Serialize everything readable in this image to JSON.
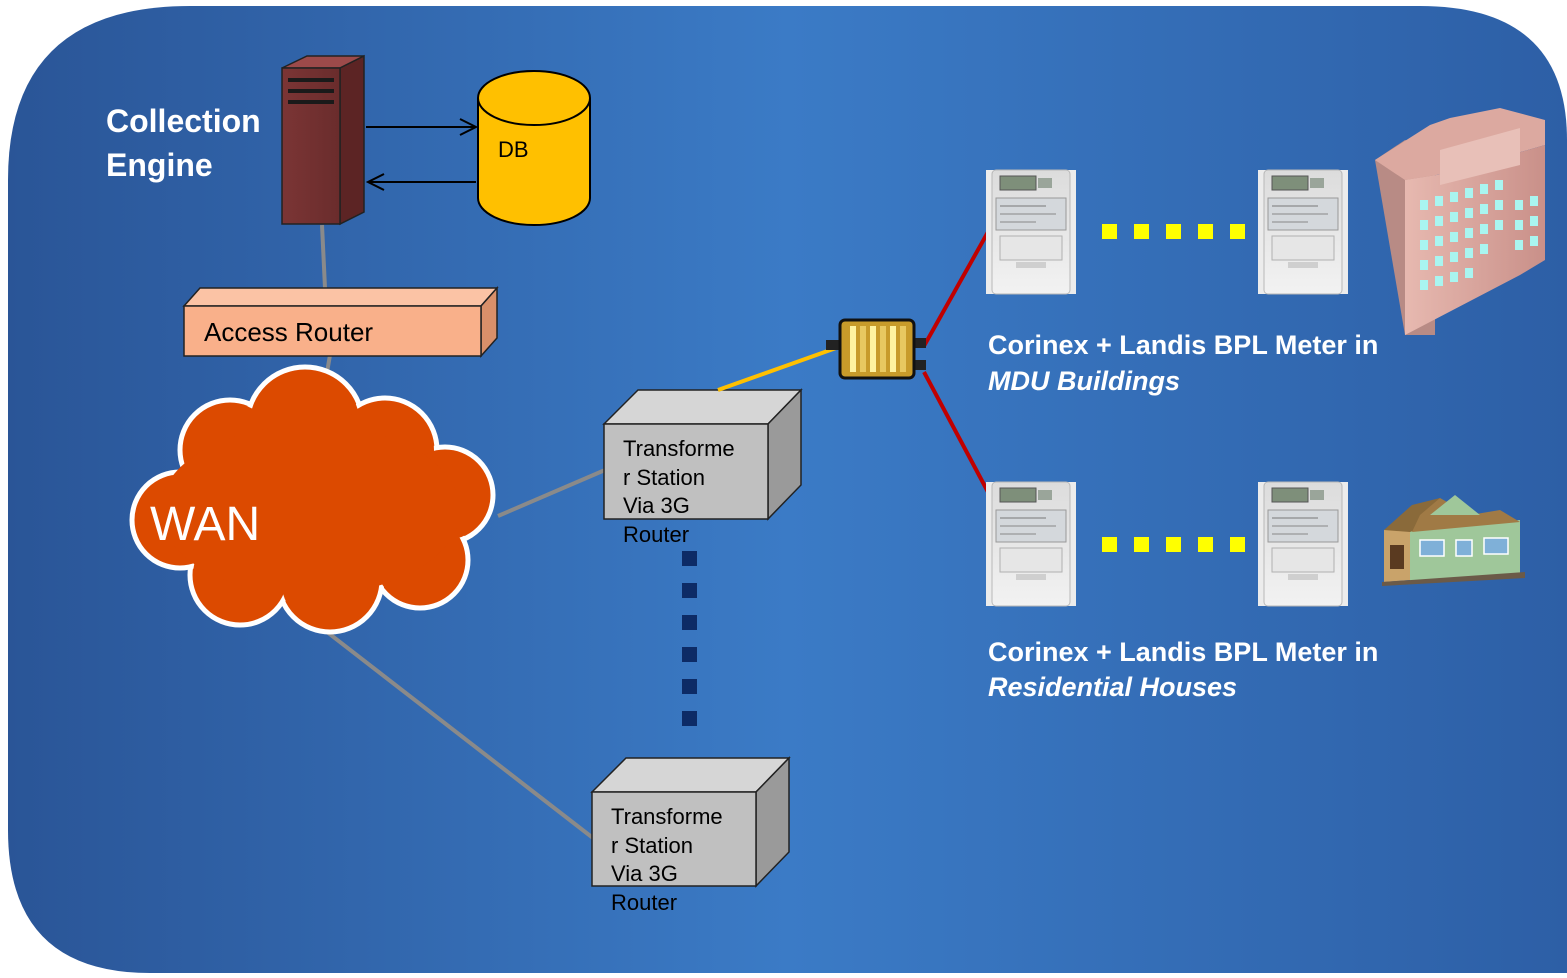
{
  "collection_engine": {
    "line1": "Collection",
    "line2": "Engine"
  },
  "db": {
    "label": "DB"
  },
  "access_router": {
    "label": "Access Router"
  },
  "wan": {
    "label": "WAN"
  },
  "transformer_station_1": {
    "lines": [
      "Transforme",
      "r Station",
      "Via 3G",
      "Router"
    ]
  },
  "transformer_station_2": {
    "lines": [
      "Transforme",
      "r Station",
      "Via 3G",
      "Router"
    ]
  },
  "mdu_caption": {
    "line1": "Corinex + Landis BPL Meter in",
    "line2": "MDU Buildings"
  },
  "residential_caption": {
    "line1": "Corinex + Landis BPL Meter in",
    "line2": "Residential Houses"
  },
  "colors": {
    "background_start": "#2a5597",
    "background_mid": "#3b7bc6",
    "server": "#7b3535",
    "db": "#ffc000",
    "access_router": "#f9b08a",
    "wan_cloud": "#dc4a00",
    "transformer_box": "#c0c0c0",
    "meter_link": "#c00000",
    "coupler_link": "#ffc000",
    "dotted_yellow": "#ffff00",
    "dotted_navy": "#0d2b66"
  }
}
